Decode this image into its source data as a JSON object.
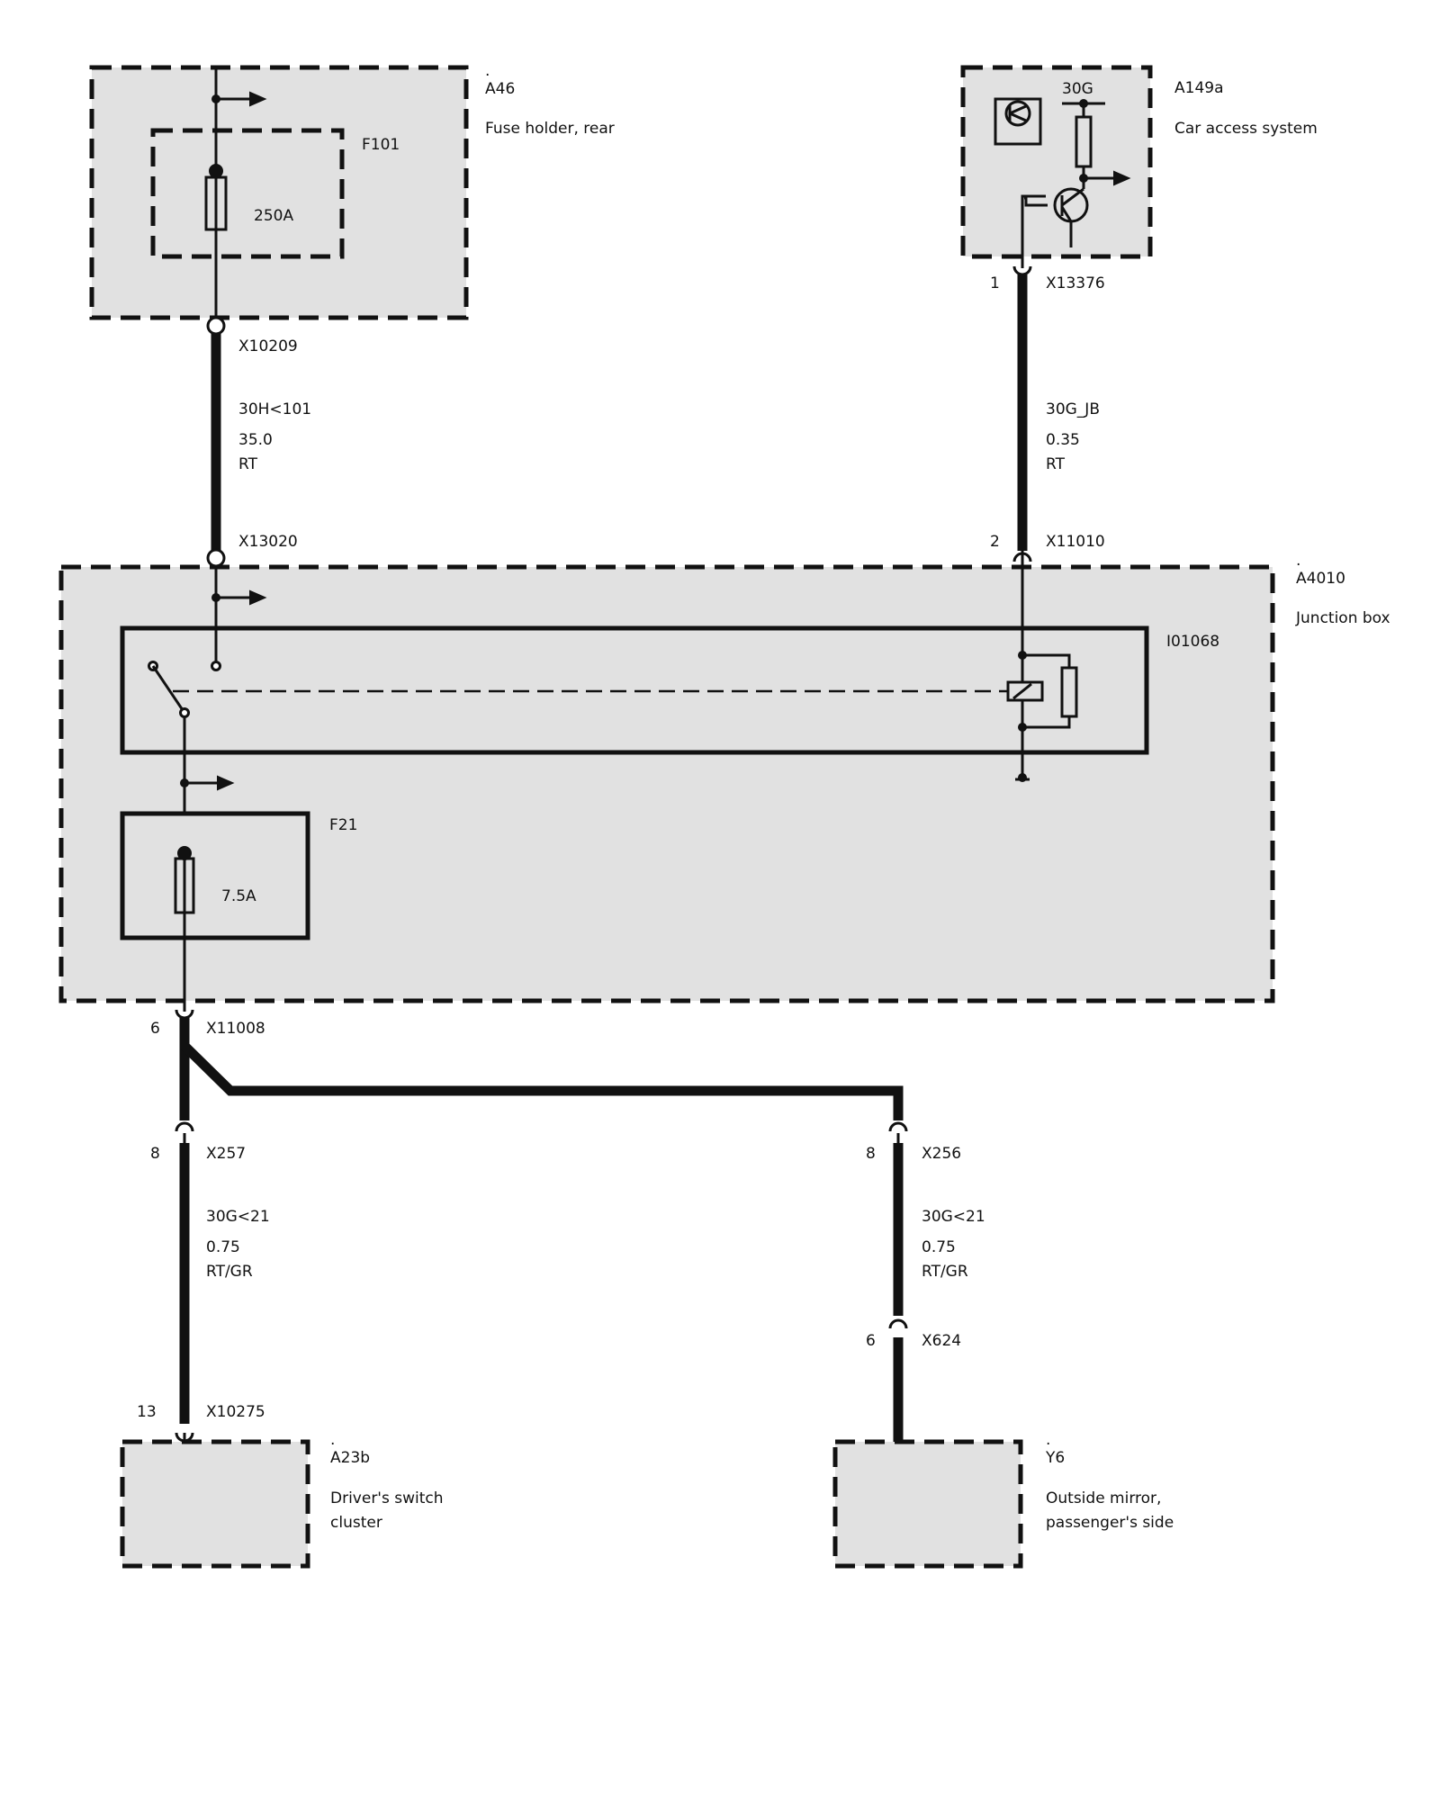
{
  "components": {
    "a46": {
      "dot": ".",
      "id": "A46",
      "name": "Fuse holder, rear"
    },
    "f101": {
      "id": "F101",
      "rating": "250A"
    },
    "a149a": {
      "dot": ".",
      "id": "A149a",
      "name": "Car access system",
      "terminal": "30G"
    },
    "a4010": {
      "dot": ".",
      "id": "A4010",
      "name": "Junction box"
    },
    "i01068": {
      "id": "I01068"
    },
    "f21": {
      "id": "F21",
      "rating": "7.5A"
    },
    "a23b": {
      "dot": ".",
      "id": "A23b",
      "name_line1": "Driver's switch",
      "name_line2": "cluster"
    },
    "y6": {
      "dot": ".",
      "id": "Y6",
      "name_line1": "Outside mirror,",
      "name_line2": "passenger's side"
    }
  },
  "connectors": {
    "x10209": {
      "id": "X10209",
      "pin": ""
    },
    "x13376": {
      "id": "X13376",
      "pin": "1"
    },
    "x13020": {
      "id": "X13020",
      "pin": ""
    },
    "x11010": {
      "id": "X11010",
      "pin": "2"
    },
    "x11008": {
      "id": "X11008",
      "pin": "6"
    },
    "x257": {
      "id": "X257",
      "pin": "8"
    },
    "x256": {
      "id": "X256",
      "pin": "8"
    },
    "x624": {
      "id": "X624",
      "pin": "6"
    },
    "x10275": {
      "id": "X10275",
      "pin": "13"
    }
  },
  "wires": {
    "w1": {
      "signal": "30H<101",
      "gauge": "35.0",
      "color": "RT"
    },
    "w2": {
      "signal": "30G_JB",
      "gauge": "0.35",
      "color": "RT"
    },
    "w3": {
      "signal": "30G<21",
      "gauge": "0.75",
      "color": "RT/GR"
    },
    "w4": {
      "signal": "30G<21",
      "gauge": "0.75",
      "color": "RT/GR"
    }
  },
  "colors": {
    "component_fill": "#e1e1e1",
    "line": "#111111",
    "background": "#ffffff"
  }
}
